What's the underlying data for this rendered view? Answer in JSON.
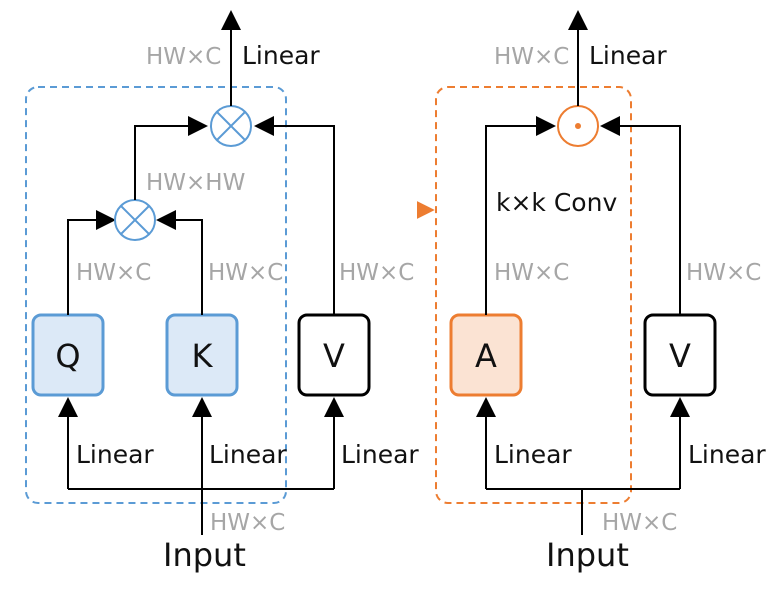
{
  "colors": {
    "blue_stroke": "#5b9bd5",
    "blue_fill": "#dce9f7",
    "orange_stroke": "#ed7d31",
    "orange_fill": "#fbe3d3",
    "line": "#000000",
    "dim_text": "#a6a6a6"
  },
  "left": {
    "output_dim": "HW×C",
    "output_linear": "Linear",
    "qk_dim": "HW×HW",
    "q_dim": "HW×C",
    "k_dim": "HW×C",
    "v_dim": "HW×C",
    "q_label": "Q",
    "k_label": "K",
    "v_label": "V",
    "q_linear": "Linear",
    "k_linear": "Linear",
    "v_linear": "Linear",
    "input_dim": "HW×C",
    "input_label": "Input",
    "op_icon": "multiply-circle-icon"
  },
  "right": {
    "output_dim": "HW×C",
    "output_linear": "Linear",
    "conv_label": "k×k Conv",
    "a_dim": "HW×C",
    "v_dim": "HW×C",
    "a_label": "A",
    "v_label": "V",
    "a_linear": "Linear",
    "v_linear": "Linear",
    "input_dim": "HW×C",
    "input_label": "Input",
    "op_icon": "dot-product-circle-icon"
  }
}
